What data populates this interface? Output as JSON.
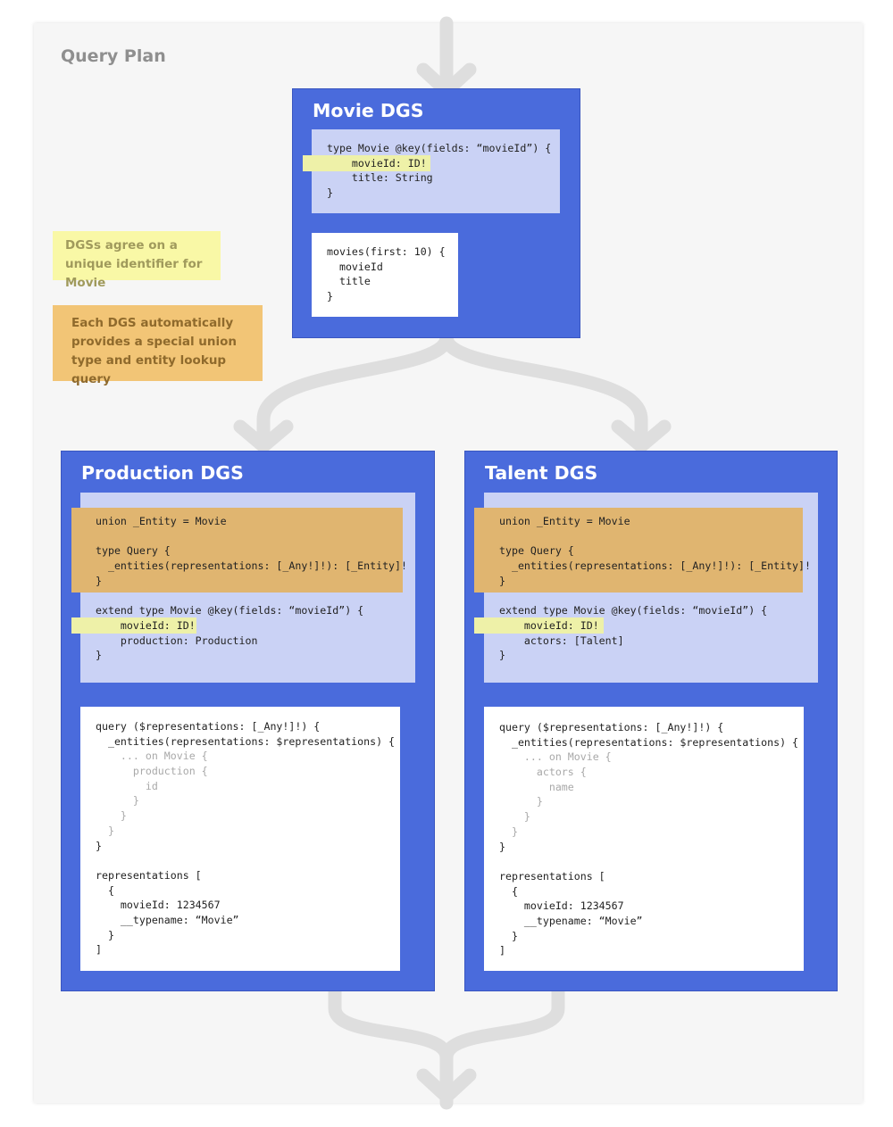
{
  "title": "Query Plan",
  "notes": {
    "unique_identifier": "DGSs agree on a unique identifier for Movie",
    "union_lookup": "Each DGS automatically provides a special union type and entity lookup query"
  },
  "colors": {
    "dgs_blue": "#4a6bdc",
    "panel_lavender": "#cad2f5",
    "note_yellow": "#f9f8a6",
    "note_orange": "#f2c576",
    "flow_gray": "#dedede"
  },
  "movie_dgs": {
    "title": "Movie DGS",
    "schema": [
      "type Movie @key(fields: “movieId”) {",
      "    movieId: ID!",
      "    title: String",
      "}"
    ],
    "query": [
      "movies(first: 10) {",
      "  movieId",
      "  title",
      "}"
    ]
  },
  "production_dgs": {
    "title": "Production DGS",
    "schema": [
      "union _Entity = Movie",
      "",
      "type Query {",
      "  _entities(representations: [_Any!]!): [_Entity]!",
      "}",
      "",
      "extend type Movie @key(fields: “movieId”) {",
      "    movieId: ID!",
      "    production: Production",
      "}"
    ],
    "query": [
      "query ($representations: [_Any!]!) {",
      "  _entities(representations: $representations) {",
      "    ... on Movie {",
      "      production {",
      "        id",
      "      }",
      "    }",
      "  }",
      "}",
      "",
      "representations [",
      "  {",
      "    movieId: 1234567",
      "    __typename: “Movie”",
      "  }",
      "]"
    ]
  },
  "talent_dgs": {
    "title": "Talent DGS",
    "schema": [
      "union _Entity = Movie",
      "",
      "type Query {",
      "  _entities(representations: [_Any!]!): [_Entity]!",
      "}",
      "",
      "extend type Movie @key(fields: “movieId”) {",
      "    movieId: ID!",
      "    actors: [Talent]",
      "}"
    ],
    "query": [
      "query ($representations: [_Any!]!) {",
      "  _entities(representations: $representations) {",
      "    ... on Movie {",
      "      actors {",
      "        name",
      "      }",
      "    }",
      "  }",
      "}",
      "",
      "representations [",
      "  {",
      "    movieId: 1234567",
      "    __typename: “Movie”",
      "  }",
      "]"
    ]
  }
}
